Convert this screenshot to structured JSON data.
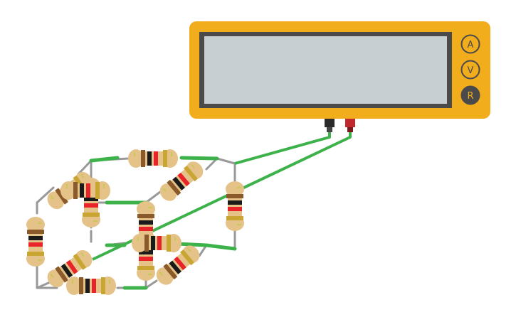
{
  "multimeter": {
    "display_text": "",
    "buttons": [
      {
        "id": "ammeter",
        "label": "A",
        "active": false
      },
      {
        "id": "voltmeter",
        "label": "V",
        "active": false
      },
      {
        "id": "ohmmeter",
        "label": "R",
        "active": true
      }
    ],
    "probes": [
      {
        "id": "com",
        "color": "#2b2b2b"
      },
      {
        "id": "positive",
        "color": "#c0282d"
      }
    ]
  },
  "colors": {
    "meter_body": "#f2ad1d",
    "meter_frame": "#4a4a4a",
    "screen": "#c7cfd2",
    "wire": "#3db24a",
    "node": "#999999",
    "resistor_body": "#e5c287",
    "band_brown": "#8a5a2b",
    "band_black": "#1a1a1a",
    "band_red": "#e8232a",
    "band_gold": "#c9a533"
  },
  "circuit": {
    "resistor_count": 13,
    "resistor_bands": [
      "brown",
      "black",
      "red",
      "gold"
    ]
  }
}
